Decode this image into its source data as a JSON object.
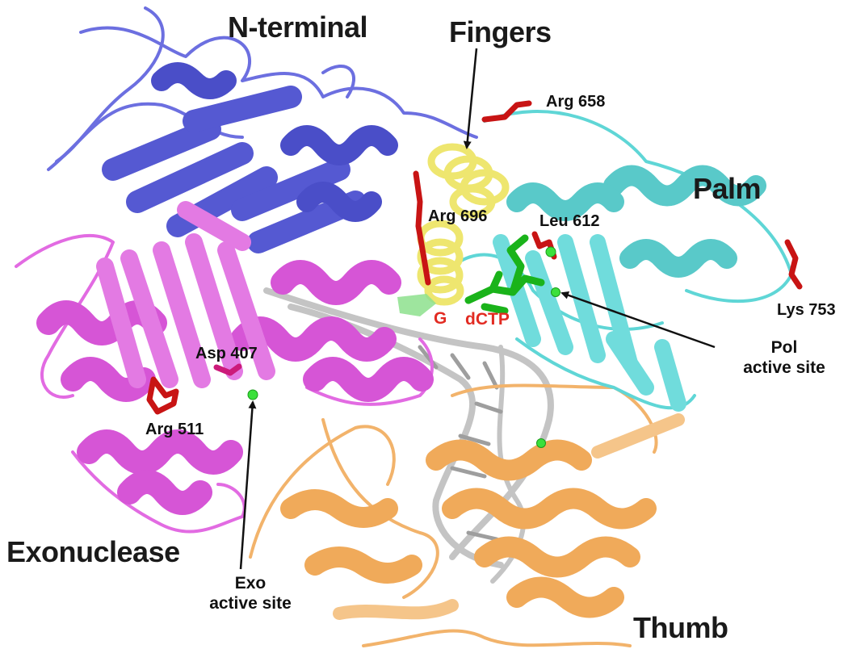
{
  "figure": {
    "domains": {
      "n_terminal": "N-terminal",
      "fingers": "Fingers",
      "palm": "Palm",
      "exonuclease": "Exonuclease",
      "thumb": "Thumb"
    },
    "residues": {
      "arg658": "Arg 658",
      "arg696": "Arg 696",
      "leu612": "Leu 612",
      "lys753": "Lys 753",
      "asp407": "Asp 407",
      "arg511": "Arg 511"
    },
    "nucleotides": {
      "template_base": "G",
      "incoming": "dCTP"
    },
    "sites": {
      "pol_line1": "Pol",
      "pol_line2": "active site",
      "exo_line1": "Exo",
      "exo_line2": "active site"
    },
    "colors": {
      "n_terminal": "#5b5fd6",
      "fingers": "#f2ea8a",
      "palm": "#5fd6d6",
      "exonuclease": "#dd55dd",
      "thumb": "#f2b36b",
      "dna": "#bdbdbd",
      "residue": "#cc1111",
      "dctp": "#22bb22",
      "metal_ion": "#33dd33",
      "red_label": "#e22b22"
    }
  }
}
